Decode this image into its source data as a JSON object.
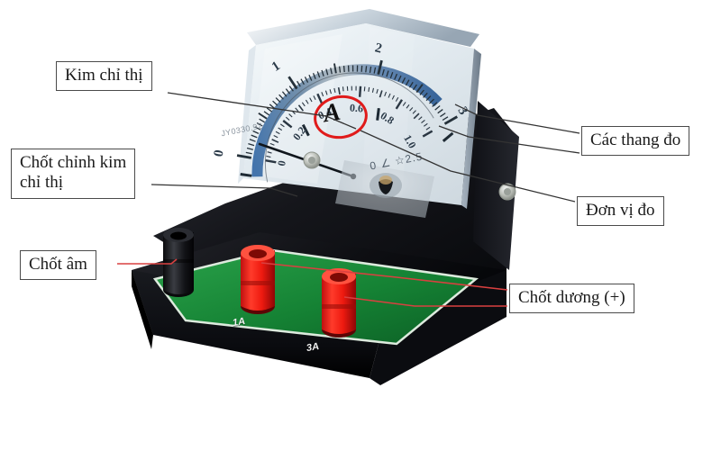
{
  "image": {
    "subject": "analog-ammeter-labeled-diagram",
    "background_color": "#ffffff"
  },
  "callouts": [
    {
      "id": "kim",
      "text": "Kim chỉ thị",
      "connector_color": "#333333"
    },
    {
      "id": "chinh",
      "text": "Chốt chỉnh kim\nchỉ thị",
      "connector_color": "#333333"
    },
    {
      "id": "am",
      "text": "Chốt âm",
      "connector_color": "#d94040"
    },
    {
      "id": "thang",
      "text": "Các thang đo",
      "connector_color": "#333333"
    },
    {
      "id": "donvi",
      "text": "Đơn vị đo",
      "connector_color": "#333333"
    },
    {
      "id": "duong",
      "text": "Chốt dương (+)",
      "connector_color": "#d94040"
    }
  ],
  "meter": {
    "unit_symbol": "A",
    "unit_ring_color": "#e01b1b",
    "model_marking": "JY0330.92",
    "accuracy_marking": "0 ∠ ☆2.5",
    "outer_scale": {
      "range": [
        0,
        3
      ],
      "tick_labels": [
        "0",
        "1",
        "2",
        "3"
      ]
    },
    "inner_scale": {
      "range": [
        0,
        1.0
      ],
      "tick_labels": [
        "0",
        "0.2",
        "0.4",
        "0.6",
        "0.8",
        "1.0"
      ]
    },
    "needle_position": "0",
    "scale_band_color": "#3f6fa8",
    "face_color": "#e9eef2"
  },
  "terminals": [
    {
      "name": "negative-terminal",
      "label": "",
      "color": "#151515"
    },
    {
      "name": "positive-terminal-1a",
      "label": "1A",
      "color": "#ee2020"
    },
    {
      "name": "positive-terminal-3a",
      "label": "3A",
      "color": "#ee2020"
    }
  ],
  "board": {
    "color": "#1c8a3c",
    "labels": [
      "1A",
      "3A"
    ]
  },
  "case": {
    "color": "#101014"
  }
}
